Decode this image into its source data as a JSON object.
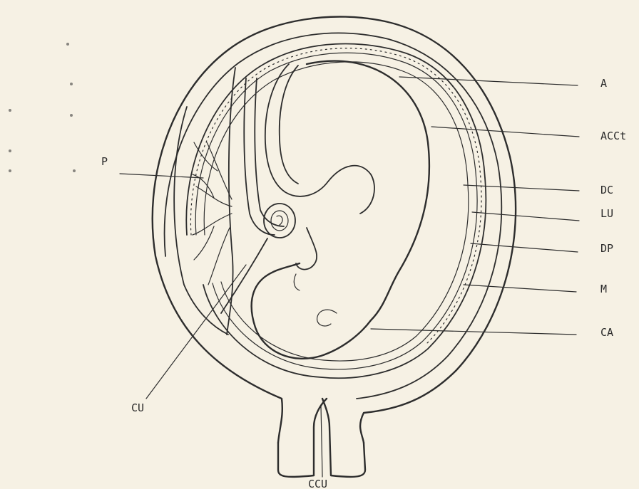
{
  "labels": {
    "A": "A",
    "ACCt": "ACCt",
    "DC": "DC",
    "LU": "LU",
    "DP": "DP",
    "M": "M",
    "CA": "CA",
    "P": "P",
    "CU": "CU",
    "CCU": "CCU"
  },
  "colors": {
    "paper": "#f6f1e4",
    "ink": "#2d2d2d"
  }
}
